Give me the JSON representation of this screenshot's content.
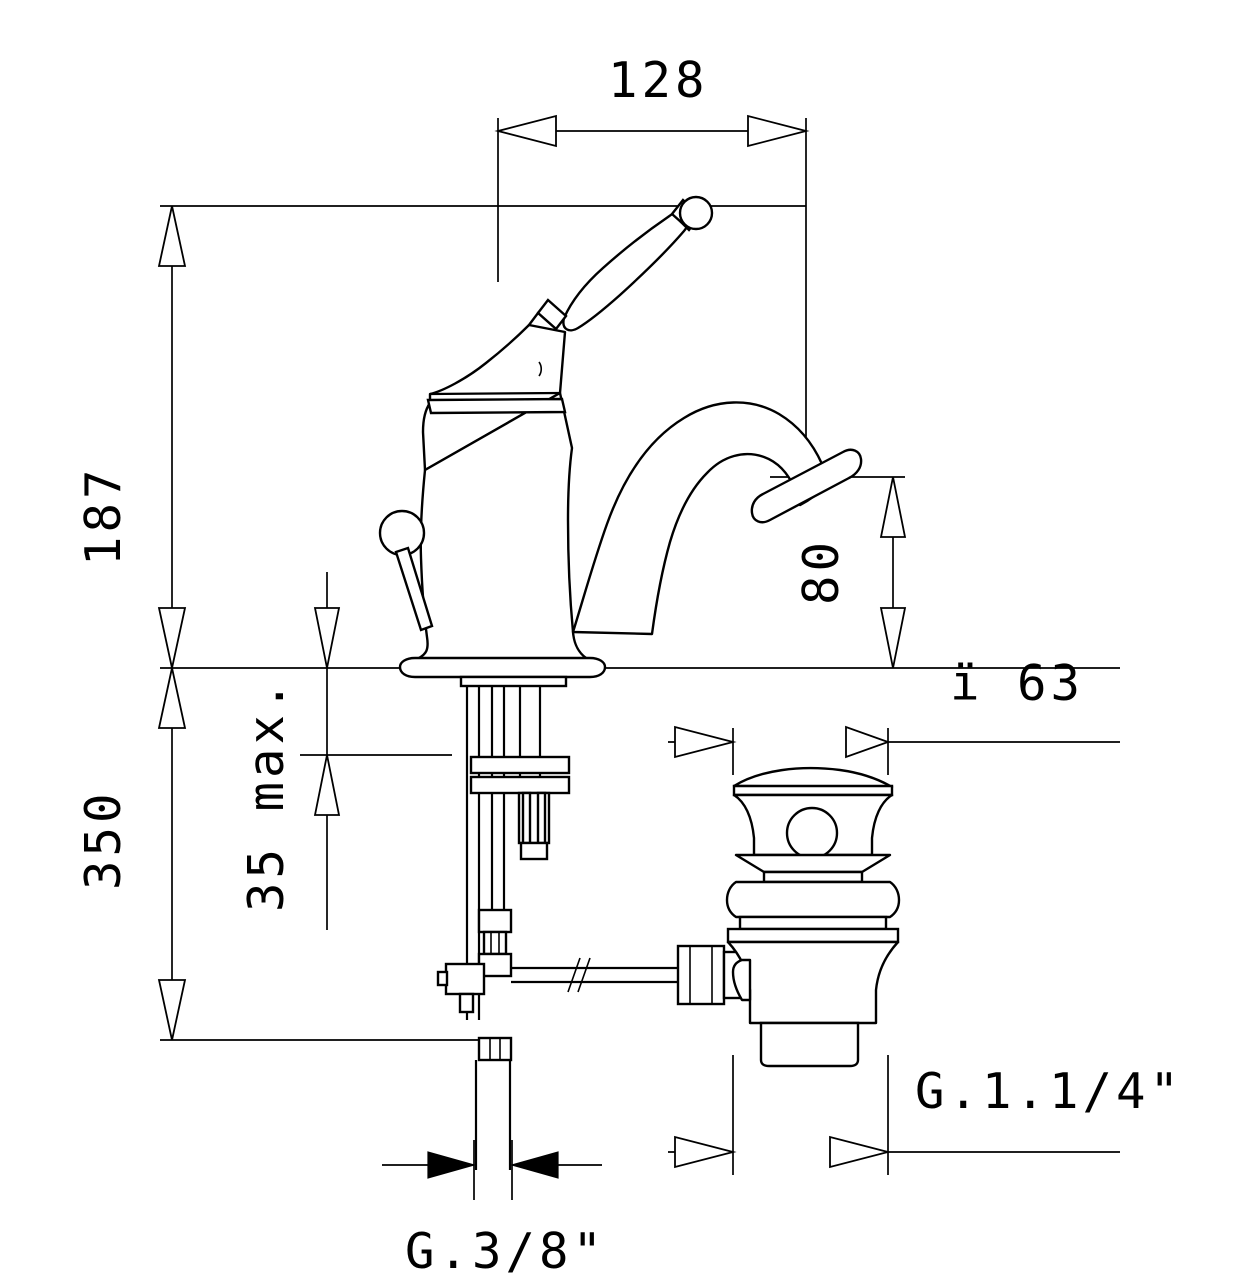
{
  "drawing": {
    "title": "Single-lever basin mixer tap with pop-up waste — dimensioned elevation",
    "type": "technical-drawing",
    "units": "mm (metric) and G threads (inches)",
    "background_color": "#ffffff",
    "line_color": "#000000"
  },
  "dimensions": {
    "width_top": {
      "label": "128",
      "orientation": "horizontal",
      "description": "Spout reach / projection from tap axis"
    },
    "height_upper": {
      "label": "187",
      "orientation": "vertical-rotated",
      "description": "Tap height above mounting surface"
    },
    "height_lower": {
      "label": "350",
      "orientation": "vertical-rotated",
      "description": "Overall length of supply tails below deck"
    },
    "spout_height": {
      "label": "80",
      "orientation": "vertical-rotated",
      "description": "Spout outlet height above deck"
    },
    "max_thickness": {
      "label": "35 max.",
      "orientation": "vertical-rotated",
      "description": "Maximum basin deck thickness"
    },
    "diameter_base": {
      "symbol": "ï",
      "value": "63",
      "label": "ï 63",
      "description": "Base escutcheon diameter"
    },
    "thread_supply": {
      "label": "G.3/8\"",
      "description": "Supply tail thread size"
    },
    "thread_waste": {
      "label": "G.1.1/4\"",
      "description": "Pop-up waste outlet thread size"
    }
  },
  "parts": [
    {
      "name": "lever-handle",
      "description": "Curved lever handle with ball finial"
    },
    {
      "name": "handle-ball-finial",
      "description": "Spherical knob at handle tip"
    },
    {
      "name": "cartridge-cap",
      "description": "Angled cap housing the cartridge"
    },
    {
      "name": "faucet-body",
      "description": "Flared tapered body column"
    },
    {
      "name": "spout",
      "description": "Curved swan-neck spout"
    },
    {
      "name": "aerator-outlet",
      "description": "Angled outlet rim at spout tip"
    },
    {
      "name": "lift-rod",
      "description": "Pop-up lift rod with ball knob"
    },
    {
      "name": "escutcheon-base",
      "description": "Round base plate on deck"
    },
    {
      "name": "mounting-shank",
      "description": "Threaded shank with washers and nut"
    },
    {
      "name": "supply-tail",
      "description": "G.3/8 flexible supply tail"
    },
    {
      "name": "linkage-rod",
      "description": "Horizontal pop-up linkage rod with break symbol"
    },
    {
      "name": "pop-up-waste",
      "description": "Pop-up waste drain body"
    },
    {
      "name": "waste-stopper",
      "description": "Domed stopper head with overflow port"
    },
    {
      "name": "waste-nut",
      "description": "Hexagonal linkage pivot nut"
    }
  ]
}
